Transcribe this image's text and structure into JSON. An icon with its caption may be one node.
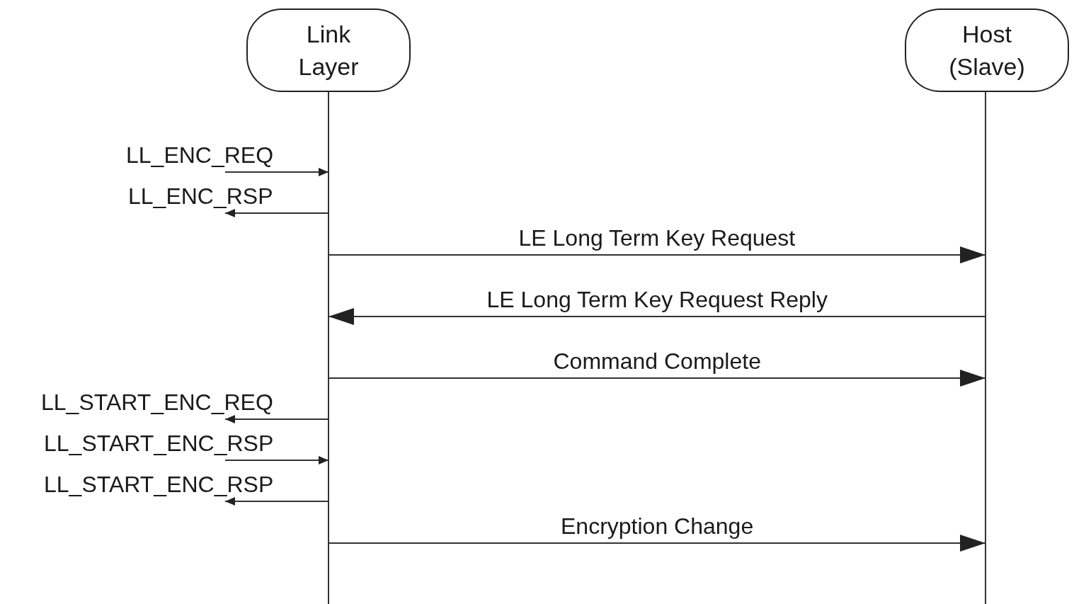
{
  "diagram": {
    "nodes": [
      {
        "text": [
          "Link Layer"
        ]
      },
      {
        "text": [
          "Host (Slave)"
        ]
      }
    ],
    "edges": [
      {
        "from": null,
        "to": 0,
        "arrow": "to",
        "label": "LL_ENC_REQ"
      },
      {
        "from": 0,
        "to": null,
        "arrow": "to",
        "label": "LL_ENC_RSP"
      },
      {
        "from": 0,
        "to": 1,
        "arrow": "to",
        "label": "LE Long Term Key Request"
      },
      {
        "from": 1,
        "to": 0,
        "arrow": "to",
        "label": "LE Long Term Key Request Reply"
      },
      {
        "from": 0,
        "to": 1,
        "arrow": "to",
        "label": "Command Complete"
      },
      {
        "from": 0,
        "to": null,
        "arrow": "to",
        "label": "LL_START_ENC_REQ"
      },
      {
        "from": null,
        "to": 0,
        "arrow": "to",
        "label": "LL_START_ENC_RSP"
      },
      {
        "from": 0,
        "to": null,
        "arrow": "to",
        "label": "LL_START_ENC_RSP"
      },
      {
        "from": 0,
        "to": 1,
        "arrow": "to",
        "label": "Encryption Change"
      }
    ]
  }
}
